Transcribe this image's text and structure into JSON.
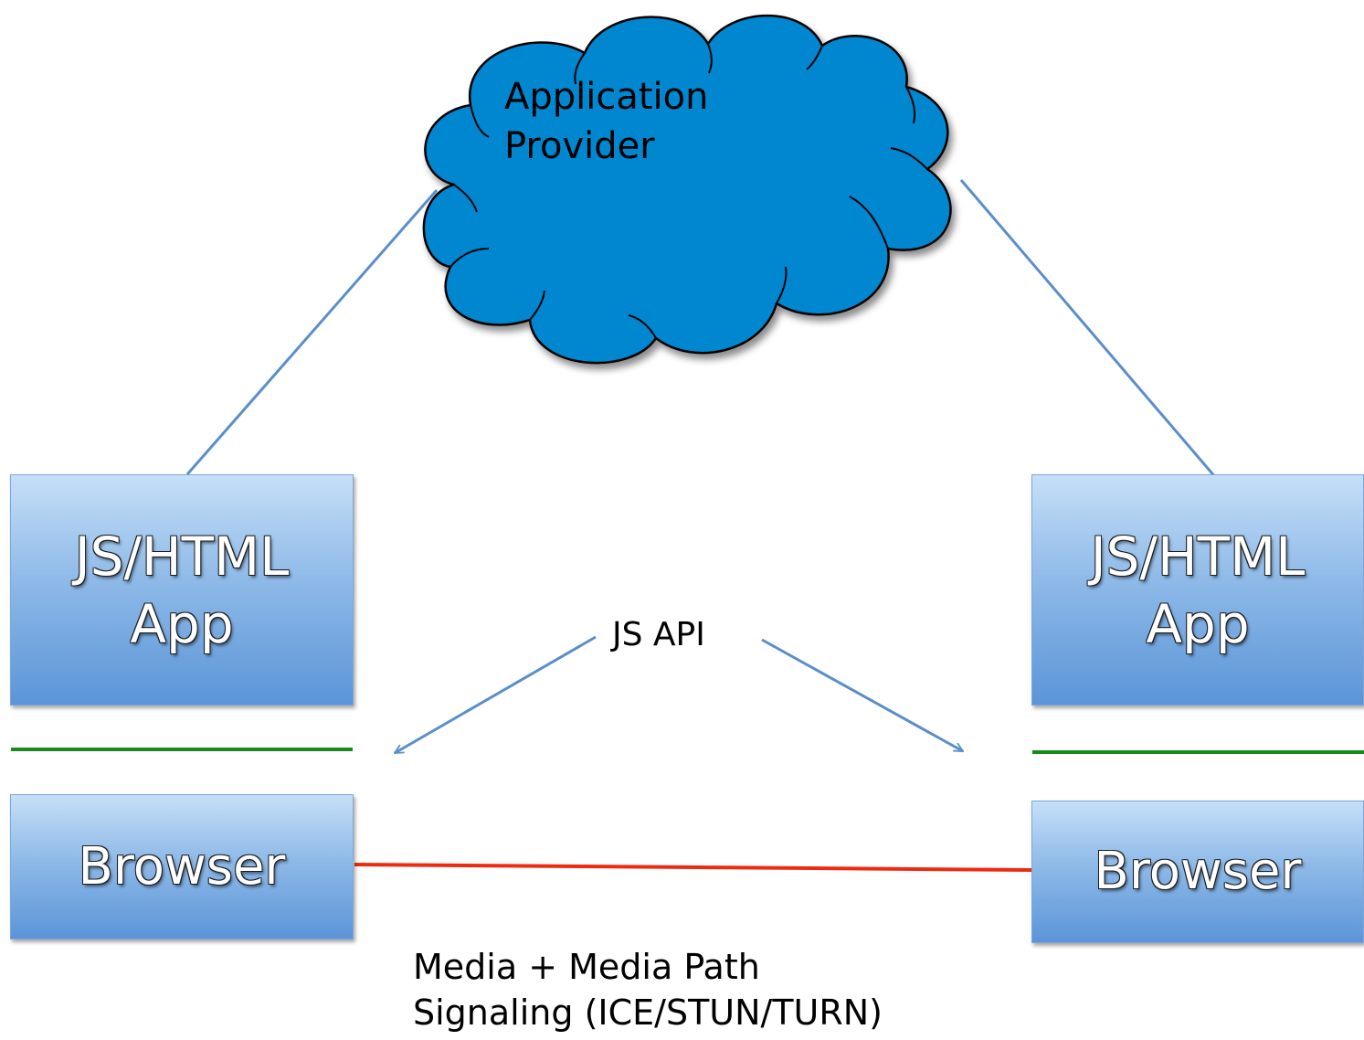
{
  "cloud": {
    "label": "Application\nProvider",
    "fill": "#0087d0",
    "stroke": "#000000"
  },
  "left": {
    "app_label": "JS/HTML\nApp",
    "browser_label": "Browser"
  },
  "right": {
    "app_label": "JS/HTML\nApp",
    "browser_label": "Browser"
  },
  "api_label": "JS API",
  "media_label": "Media + Media Path\nSignaling (ICE/STUN/TURN)",
  "colors": {
    "connector": "#5b8ec8",
    "api_separator": "#1a8a1a",
    "media_path": "#ee2a10",
    "box_top": "#c6dff8",
    "box_bottom": "#5b95d8"
  }
}
